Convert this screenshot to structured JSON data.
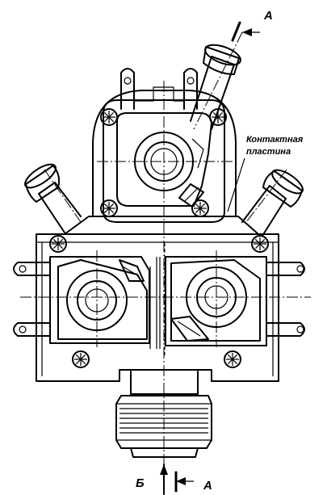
{
  "labels": {
    "contact_plate_line1": "Контактная",
    "contact_plate_line2": "пластина",
    "section_mark_top": "А",
    "section_mark_bottom": "А",
    "view_mark_bottom": "Б"
  },
  "colors": {
    "ink": "#000000",
    "paper": "#ffffff"
  }
}
